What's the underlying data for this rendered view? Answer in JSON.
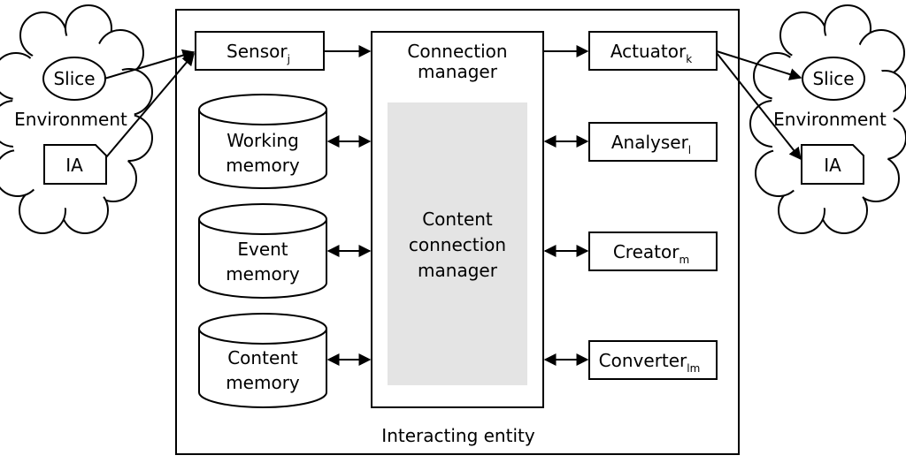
{
  "entity_label": "Interacting entity",
  "connection_manager": {
    "line1": "Connection",
    "line2": "manager"
  },
  "content_connection_manager": {
    "line1": "Content",
    "line2": "connection",
    "line3": "manager"
  },
  "sensor": {
    "name": "Sensor",
    "sub": "j"
  },
  "actuator": {
    "name": "Actuator",
    "sub": "k"
  },
  "analyser": {
    "name": "Analyser",
    "sub": "l"
  },
  "creator": {
    "name": "Creator",
    "sub": "m"
  },
  "converter": {
    "name": "Converter",
    "sub": "lm"
  },
  "memories": [
    {
      "line1": "Working",
      "line2": "memory"
    },
    {
      "line1": "Event",
      "line2": "memory"
    },
    {
      "line1": "Content",
      "line2": "memory"
    }
  ],
  "env_left": {
    "slice": "Slice",
    "environment": "Environment",
    "ia": "IA"
  },
  "env_right": {
    "slice": "Slice",
    "environment": "Environment",
    "ia": "IA"
  }
}
